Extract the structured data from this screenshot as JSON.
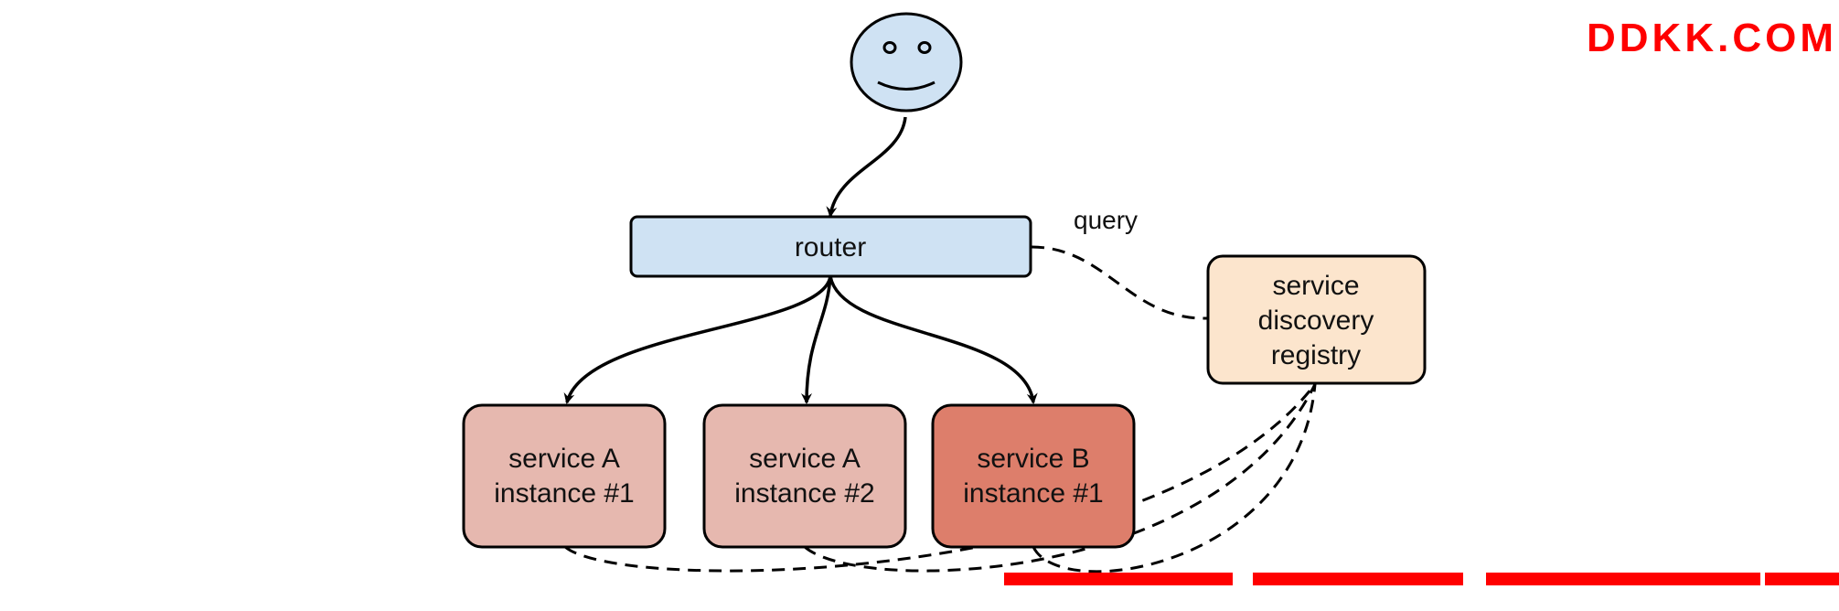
{
  "colors": {
    "user": "#cfe2f3",
    "router": "#cfe2f3",
    "service_a": "#e6b8af",
    "service_b": "#dd7e6b",
    "registry": "#fce5cd",
    "stroke": "#000000",
    "watermark": "#ff0000"
  },
  "user": {
    "icon": "smiley-face-icon"
  },
  "router": {
    "label": "router"
  },
  "query_label": "query",
  "registry": {
    "line1": "service",
    "line2": "discovery",
    "line3": "registry"
  },
  "instances": [
    {
      "line1": "service A",
      "line2": "instance #1"
    },
    {
      "line1": "service A",
      "line2": "instance #2"
    },
    {
      "line1": "service B",
      "line2": "instance #1"
    }
  ],
  "watermark_top": "DDKK.COM",
  "watermark_bottom": ""
}
